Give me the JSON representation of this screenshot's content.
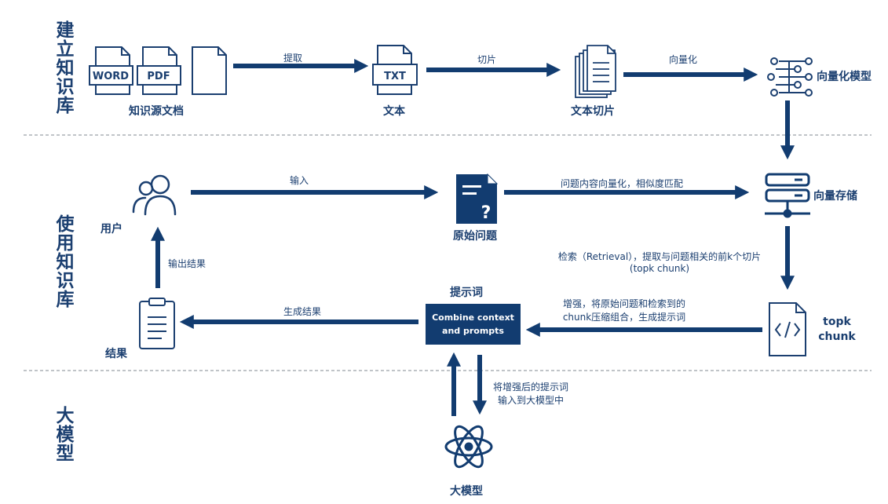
{
  "sections": [
    {
      "title": "建立知识库"
    },
    {
      "title": "使用知识库"
    },
    {
      "title": "大模型"
    }
  ],
  "nodes": {
    "source_docs": {
      "label": "知识源文档",
      "word_label": "WORD",
      "pdf_label": "PDF"
    },
    "text": {
      "label": "文本",
      "txt_label": "TXT"
    },
    "text_chunks": {
      "label": "文本切片"
    },
    "vector_model": {
      "label": "向量化模型"
    },
    "user": {
      "label": "用户"
    },
    "question": {
      "label": "原始问题"
    },
    "vector_store": {
      "label": "向量存储"
    },
    "topk": {
      "label_line1": "topk",
      "label_line2": "chunk"
    },
    "prompt": {
      "title": "提示词",
      "box_line1": "Combine context",
      "box_line2": "and prompts"
    },
    "result": {
      "label": "结果"
    },
    "llm": {
      "label": "大模型"
    }
  },
  "edges": {
    "extract": "提取",
    "split": "切片",
    "vectorize": "向量化",
    "input": "输入",
    "question_vectorize": "问题内容向量化，相似度匹配",
    "retrieval_line1": "检索（Retrieval），提取与问题相关的前k个切片",
    "retrieval_line2": "(topk chunk)",
    "augment_line1": "增强，将原始问题和检索到的",
    "augment_line2": "chunk压缩组合，生成提示词",
    "generate": "生成结果",
    "output": "输出结果",
    "to_llm_line1": "将增强后的提示词",
    "to_llm_line2": "输入到大模型中"
  },
  "colors": {
    "primary": "#123c70",
    "text": "#1b3f70",
    "divider": "#9aa0a6"
  }
}
